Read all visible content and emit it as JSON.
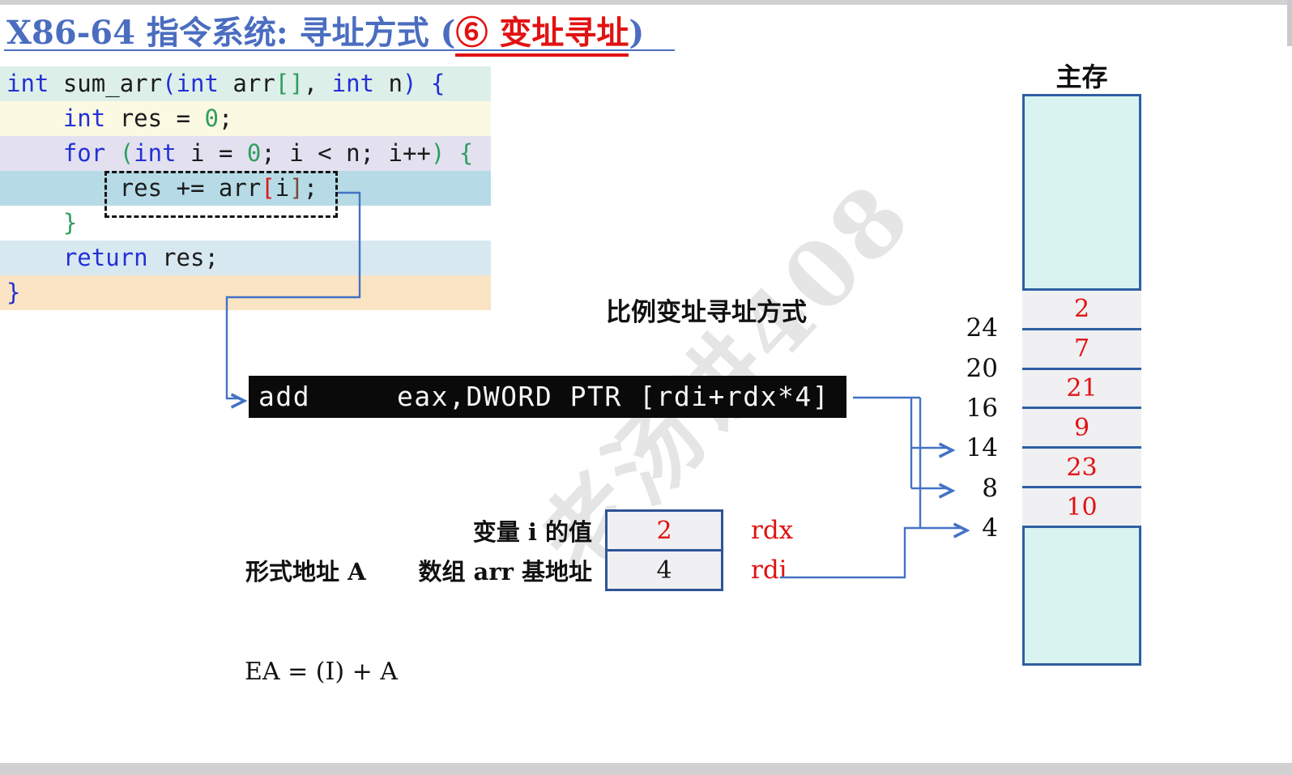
{
  "page": {
    "watermark": "老汤讲408"
  },
  "title": {
    "prefix": "X86-64 指令系统: 寻址方式 (",
    "highlight": "⑥ 变址寻址",
    "suffix": ")"
  },
  "colors": {
    "accent_blue": "#4472c4",
    "title_blue": "#4a6dc0",
    "title_red": "#e21212",
    "value_red": "#e01212",
    "register_border": "#2e5496",
    "memory_border": "#2e5fa3",
    "memory_fill": "#d9f3f1",
    "cell_fill": "#f0eff2",
    "instruction_bg": "#0a0a0a",
    "instruction_fg": "#f5f5f5"
  },
  "code": {
    "palette": {
      "kw": "#2430d6",
      "pl": "#1c1c1c",
      "grn": "#2f9e5f",
      "red": "#e01616",
      "brn": "#7d4a38"
    },
    "lines": [
      {
        "bg": "#ddefe9",
        "tokens": [
          [
            "int",
            "kw"
          ],
          [
            " sum_arr",
            "pl"
          ],
          [
            "(",
            "kw"
          ],
          [
            "int",
            "kw"
          ],
          [
            " arr",
            "pl"
          ],
          [
            "[]",
            "grn"
          ],
          [
            ", ",
            "pl"
          ],
          [
            "int",
            "kw"
          ],
          [
            " n",
            "pl"
          ],
          [
            ")",
            "kw"
          ],
          [
            " {",
            "kw"
          ]
        ]
      },
      {
        "bg": "#fcf9e3",
        "tokens": [
          [
            "    ",
            "pl"
          ],
          [
            "int",
            "kw"
          ],
          [
            " res = ",
            "pl"
          ],
          [
            "0",
            "grn"
          ],
          [
            ";",
            "pl"
          ]
        ]
      },
      {
        "bg": "#e3e1f0",
        "tokens": [
          [
            "    ",
            "pl"
          ],
          [
            "for",
            "kw"
          ],
          [
            " ",
            "pl"
          ],
          [
            "(",
            "grn"
          ],
          [
            "int",
            "kw"
          ],
          [
            " i = ",
            "pl"
          ],
          [
            "0",
            "grn"
          ],
          [
            "; i < n; i++",
            "pl"
          ],
          [
            ")",
            "grn"
          ],
          [
            " {",
            "grn"
          ]
        ]
      },
      {
        "bg": "#b6dbe7",
        "tokens": [
          [
            "        res += arr",
            "pl"
          ],
          [
            "[",
            "red"
          ],
          [
            "i",
            "pl"
          ],
          [
            "]",
            "brn"
          ],
          [
            ";",
            "pl"
          ]
        ]
      },
      {
        "bg": "#ffffff",
        "tokens": [
          [
            "    }",
            "grn"
          ]
        ]
      },
      {
        "bg": "#d8e8f1",
        "tokens": [
          [
            "    ",
            "pl"
          ],
          [
            "return",
            "kw"
          ],
          [
            " res;",
            "pl"
          ]
        ]
      },
      {
        "bg": "#fbe4c4",
        "tokens": [
          [
            "}",
            "kw"
          ]
        ]
      }
    ]
  },
  "instruction": {
    "text": "add     eax,DWORD PTR [rdi+rdx*4]"
  },
  "annotation": {
    "method_label": "比例变址寻址方式",
    "formula": "EA = (I) + A"
  },
  "registers": {
    "rows": [
      {
        "left_label": "",
        "label": "变量 i 的值",
        "value": "2",
        "value_color": "#e01212",
        "reg": "rdx"
      },
      {
        "left_label": "形式地址 A",
        "label": "数组 arr 基地址",
        "value": "4",
        "value_color": "#1a1a1a",
        "reg": "rdi"
      }
    ]
  },
  "memory": {
    "title": "主存",
    "cells": [
      "2",
      "7",
      "21",
      "9",
      "23",
      "10"
    ],
    "addresses": [
      "24",
      "20",
      "16",
      "14",
      "8",
      "4"
    ]
  }
}
